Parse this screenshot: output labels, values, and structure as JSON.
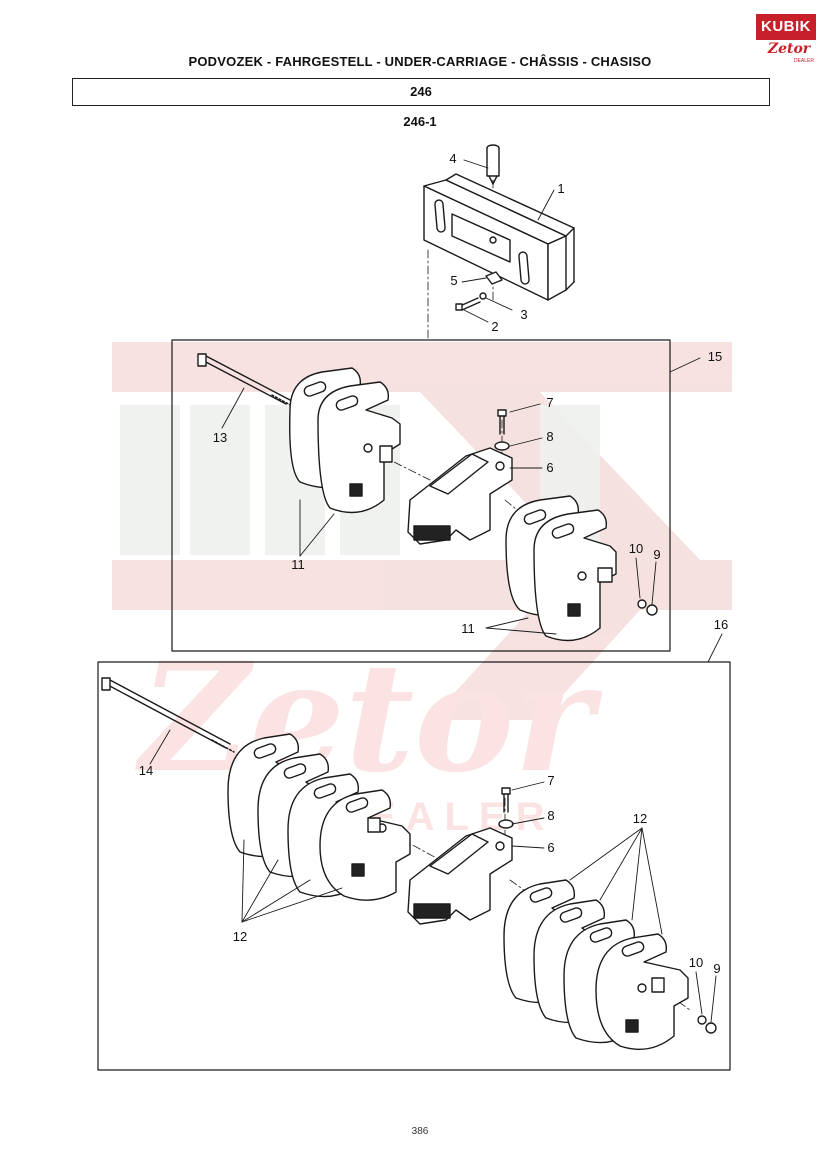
{
  "logo": {
    "brand": "KUBIK",
    "sub": "Zetor",
    "tag": "DEALER"
  },
  "header": {
    "title": "PODVOZEK - FAHRGESTELL - UNDER-CARRIAGE - CHÂSSIS - CHASISO",
    "group": "246",
    "subgroup": "246-1"
  },
  "callouts": {
    "c1": "1",
    "c2": "2",
    "c3": "3",
    "c4": "4",
    "c5": "5",
    "c15": "15",
    "c13": "13",
    "c7a": "7",
    "c8a": "8",
    "c6a": "6",
    "c11a": "11",
    "c10a": "10",
    "c9a": "9",
    "c11b": "11",
    "c16": "16",
    "c14": "14",
    "c7b": "7",
    "c8b": "8",
    "c6b": "6",
    "c12a": "12",
    "c12b": "12",
    "c10b": "10",
    "c9b": "9"
  },
  "page_number": "386"
}
